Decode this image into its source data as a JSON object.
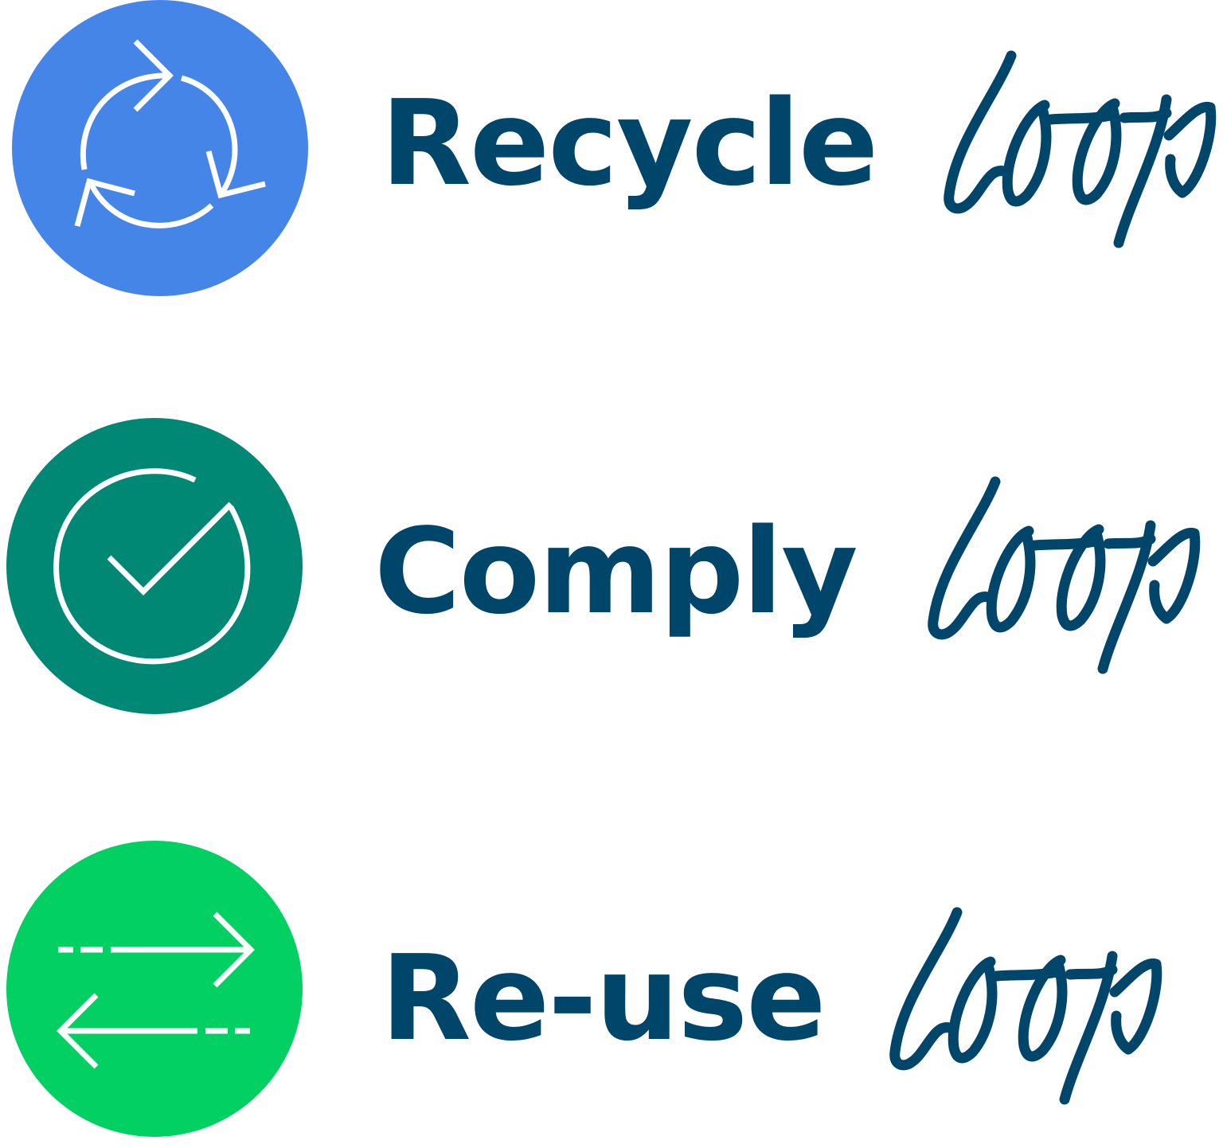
{
  "colors": {
    "text": "#00466A",
    "recycle_circle": "#4685E8",
    "comply_circle": "#008875",
    "reuse_circle": "#03D062",
    "icon_stroke": "#FFFFFF"
  },
  "items": [
    {
      "label": "Recycle",
      "script_word": "loop",
      "icon": "recycle-arrows-icon"
    },
    {
      "label": "Comply",
      "script_word": "loop",
      "icon": "circle-check-icon"
    },
    {
      "label": "Re-use",
      "script_word": "loop",
      "icon": "swap-arrows-icon"
    }
  ]
}
